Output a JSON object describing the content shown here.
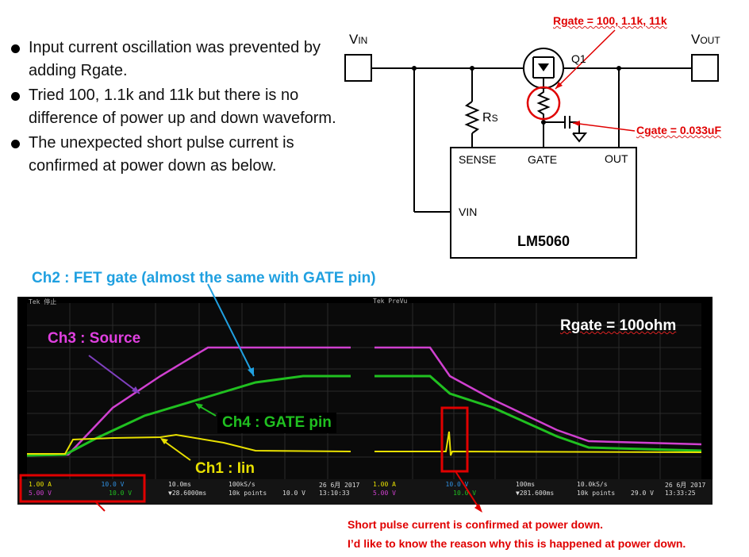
{
  "bullets": [
    "Input current oscillation was prevented by adding Rgate.",
    "Tried 100, 1.1k and 11k but there is no difference of power up and down waveform.",
    "The unexpected short pulse current is confirmed at power down as below."
  ],
  "circuit": {
    "vin_label": "V",
    "vin_sub": "IN",
    "vout_label": "V",
    "vout_sub": "OUT",
    "q1": "Q1",
    "rs": "R",
    "rs_sub": "S",
    "ic_name": "LM5060",
    "pin_sense": "SENSE",
    "pin_gate": "GATE",
    "pin_out": "OUT",
    "pin_vin": "VIN",
    "rgate_note": "Rgate = 100, 1.1k, 11k",
    "cgate_note": "Cgate = 0.033uF"
  },
  "labels": {
    "ch2": "Ch2 : FET gate (almost the same with GATE pin)",
    "ch3": "Ch3 : Source",
    "ch4": "Ch4 : GATE pin",
    "ch1": "Ch1 : Iin",
    "rgate_scope": "Rgate = 100ohm",
    "note1": "Short pulse current is confirmed at power down.",
    "note2": "I’d like to know the reason why this is happened at power down."
  },
  "scope_left": {
    "top_status": "Tek 停止",
    "ch1": "1.00 A",
    "ch2": "10.0 V",
    "ch3": "5.00 V",
    "ch4": "10.0 V",
    "timebase": "10.0ms",
    "rate": "100kS/s",
    "points": "10k points",
    "trig": "10.0 V",
    "pos": "▼28.6000ms",
    "date": "26 6月 2017",
    "time": "13:10:33"
  },
  "scope_right": {
    "top_status": "Tek PreVu",
    "ch1": "1.00 A",
    "ch2": "10.0 V",
    "ch3": "5.00 V",
    "ch4": "10.0 V",
    "timebase": "100ms",
    "rate": "10.0kS/s",
    "points": "10k points",
    "trig": "29.0 V",
    "pos": "▼281.600ms",
    "date": "26 6月 2017",
    "time": "13:33:25"
  },
  "colors": {
    "ch1": "#e8e000",
    "ch2": "#2f8fe0",
    "ch3": "#d040d0",
    "ch4": "#20c020",
    "annotation_red": "#e00000",
    "arrow_blue": "#20a0e0"
  }
}
